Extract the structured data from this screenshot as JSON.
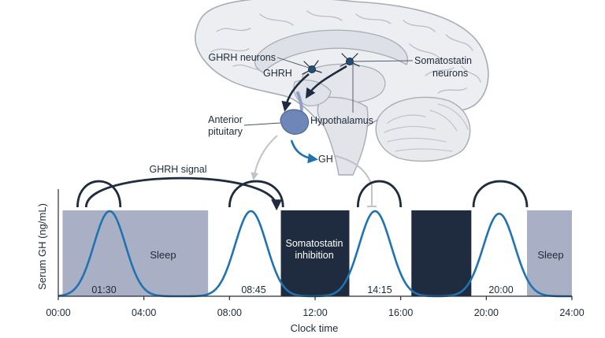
{
  "brain_labels": {
    "ghrh_neurons": "GHRH neurons",
    "ghrh": "GHRH",
    "somatostatin_neurons_line1": "Somatostatin",
    "somatostatin_neurons_line2": "neurons",
    "anterior_pituitary_line1": "Anterior",
    "anterior_pituitary_line2": "pituitary",
    "hypothalamus": "Hypothalamus",
    "gh": "GH"
  },
  "signal_label": "GHRH signal",
  "block_labels": {
    "sleep_left": "Sleep",
    "sleep_right": "Sleep",
    "somatostatin_line1": "Somatostatin",
    "somatostatin_line2": "inhibition"
  },
  "peak_time_labels": [
    "01:30",
    "08:45",
    "14:15",
    "20:00"
  ],
  "colors": {
    "sleep": "#a9afc4",
    "inhibition": "#1f2b3e",
    "curve": "#1f73b1",
    "arc": "#1f2b3e",
    "brain_fill": "#eceef2",
    "brain_stroke": "#a7acb6",
    "pituitary": "#6f87b8"
  },
  "chart_data": {
    "type": "line",
    "xlabel": "Clock time",
    "ylabel": "Serum GH (ng/mL)",
    "xlim": [
      0,
      24
    ],
    "x_ticks": [
      0,
      4,
      8,
      12,
      16,
      20,
      24
    ],
    "x_tick_labels": [
      "00:00",
      "04:00",
      "08:00",
      "12:00",
      "16:00",
      "20:00",
      "24:00"
    ],
    "peak_hours": [
      2.4,
      9.0,
      14.8,
      20.6
    ],
    "peak_values": [
      1.0,
      1.0,
      1.0,
      0.97
    ],
    "sleep_periods": [
      [
        0.2,
        7.0
      ],
      [
        21.9,
        24.0
      ]
    ],
    "inhibition_periods": [
      [
        10.4,
        13.6
      ],
      [
        16.5,
        19.3
      ]
    ],
    "ghrh_arcs": [
      [
        0.9,
        2.9
      ],
      [
        1.3,
        10.2
      ],
      [
        8.0,
        10.5
      ],
      [
        14.0,
        16.0
      ],
      [
        19.4,
        21.9
      ]
    ]
  }
}
